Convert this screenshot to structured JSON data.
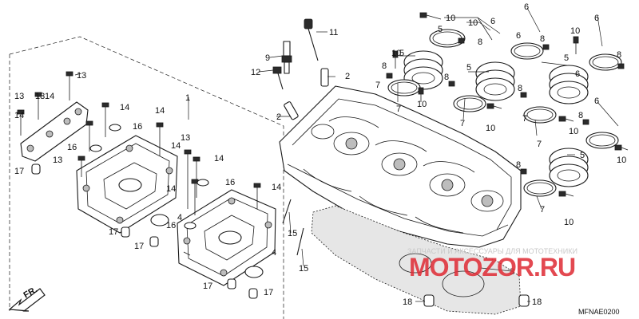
{
  "diagram": {
    "diagram_code": "MFNAE0200",
    "direction_label": "FR.",
    "watermark": {
      "line1": "ЗАПЧАСТИ И АКСЕССУАРЫ ДЛЯ МОТОТЕХНИКИ",
      "line2": "MOTOZOR.RU"
    },
    "callouts": [
      "1",
      "2",
      "2",
      "3",
      "4",
      "4",
      "5",
      "5",
      "5",
      "5",
      "5",
      "6",
      "6",
      "6",
      "6",
      "6",
      "6",
      "7",
      "7",
      "7",
      "7",
      "7",
      "7",
      "8",
      "8",
      "8",
      "8",
      "8",
      "8",
      "8",
      "8",
      "9",
      "10",
      "10",
      "10",
      "10",
      "10",
      "10",
      "10",
      "10",
      "10",
      "11",
      "12",
      "13",
      "13",
      "13",
      "13",
      "13",
      "14",
      "14",
      "14",
      "14",
      "14",
      "14",
      "14",
      "14",
      "15",
      "15",
      "16",
      "16",
      "16",
      "16",
      "17",
      "17",
      "17",
      "17",
      "17",
      "18",
      "18"
    ]
  }
}
